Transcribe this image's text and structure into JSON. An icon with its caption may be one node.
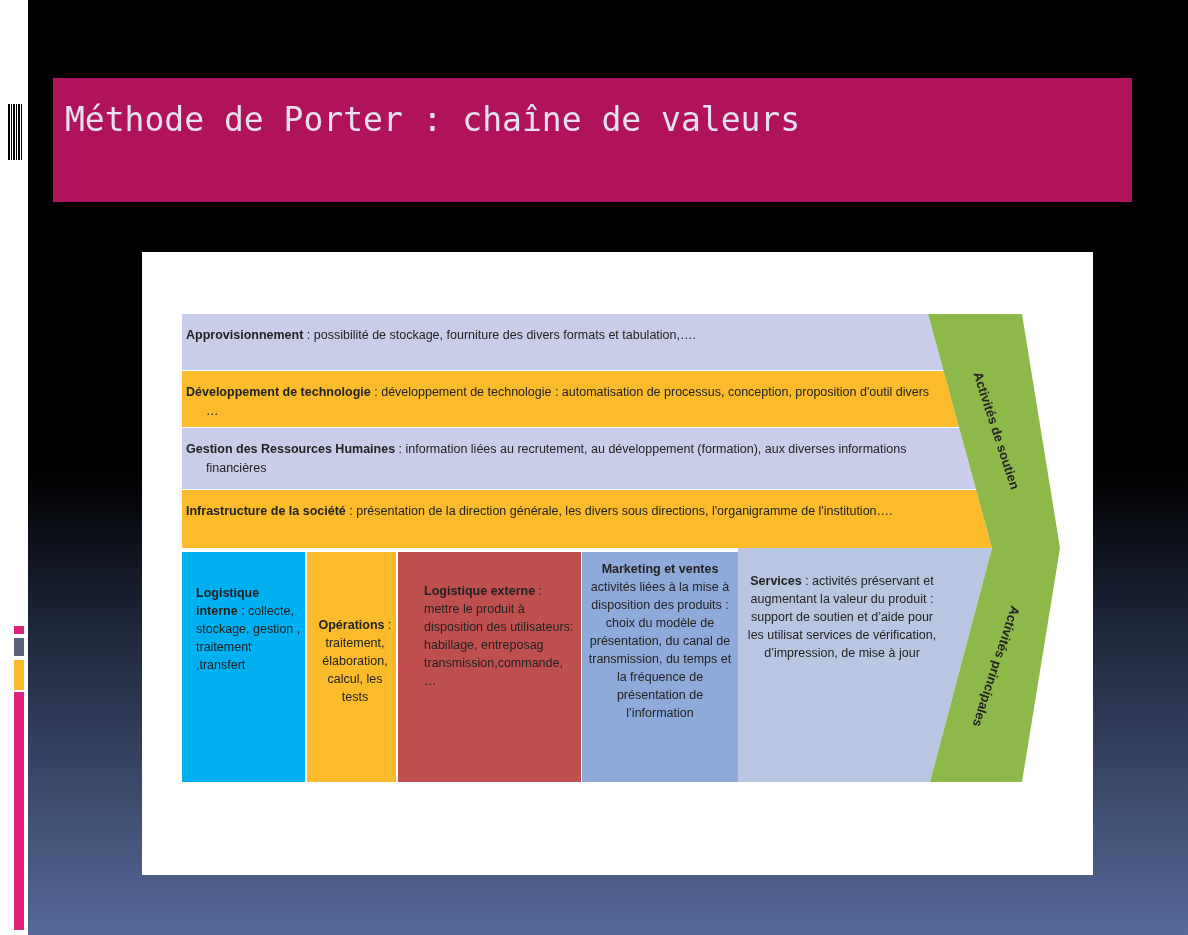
{
  "diagram": {
    "title": "Méthode de Porter : chaîne de valeurs",
    "nodes": [
      {
        "text": [
          "**Approvisionnement** : possibilité de stockage, fourniture des divers formats et tabulation,…."
        ]
      },
      {
        "text": [
          "**Développement de technologie** : développement de technologie : automatisation de processus, conception, proposition d'outil divers …"
        ]
      },
      {
        "text": [
          "**Gestion des Ressources Humaines** : information liées au recrutement, au développement (formation), aux diverses informations financières"
        ]
      },
      {
        "text": [
          "**Infrastructure de la société** : présentation de la direction générale,  les divers sous directions, l'organigramme de l'institution…."
        ]
      },
      {
        "text": [
          "**Logistique interne** : collecte, stockage, gestion , traitement ,transfert"
        ]
      },
      {
        "text": [
          "**Opérations** : traitement, élaboration, calcul, les tests"
        ]
      },
      {
        "text": [
          "**Logistique externe** : mettre le produit  à disposition des utilisateurs: habillage, entreposag transmission,commande, …"
        ]
      },
      {
        "text": [
          "**Marketing et ventes** activités liées à la mise à disposition des produits : choix du modèle de présentation, du canal de transmission, du temps et la fréquence de présentation de l’information"
        ]
      },
      {
        "text": [
          "**Services** : activités préservant et augmentant la valeur du produit : support de soutien et d’aide  pour les utilisat services de vérification, d’impression, de mise à jour"
        ]
      },
      {
        "text": [
          "Activités de soutien"
        ]
      },
      {
        "text": [
          "Activités principales"
        ]
      }
    ],
    "edges": []
  }
}
